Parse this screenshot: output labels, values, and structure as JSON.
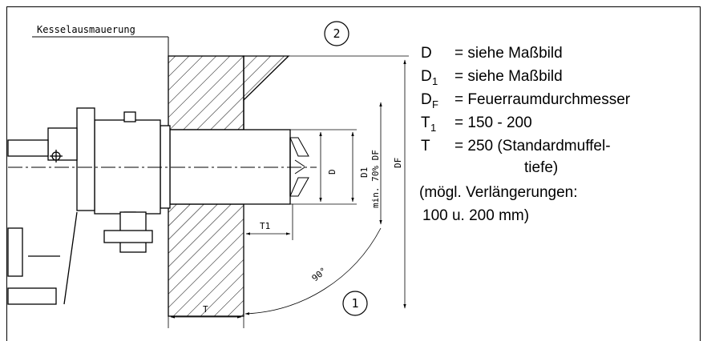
{
  "labels": {
    "kesselausmauerung": "Kesselausmauerung",
    "marker_2": "2",
    "marker_1": "1",
    "dim_D": "D",
    "dim_D1": "D1",
    "dim_min70": "min. 70% DF",
    "dim_DF": "DF",
    "dim_T1": "T1",
    "dim_T": "T",
    "angle_90": "90°"
  },
  "legend": [
    {
      "sym": "D",
      "sub": "",
      "text": "= siehe Maßbild"
    },
    {
      "sym": "D",
      "sub": "1",
      "text": "= siehe Maßbild"
    },
    {
      "sym": "D",
      "sub": "F",
      "text": "= Feuerraumdurchmesser"
    },
    {
      "sym": "T",
      "sub": "1",
      "text": "= 150 - 200"
    },
    {
      "sym": "T",
      "sub": "",
      "text": "= 250 (Standardmuffel-"
    }
  ],
  "legend_continuation": "tiefe)",
  "notes": [
    "(mögl. Verlängerungen:",
    "100 u. 200 mm)"
  ]
}
